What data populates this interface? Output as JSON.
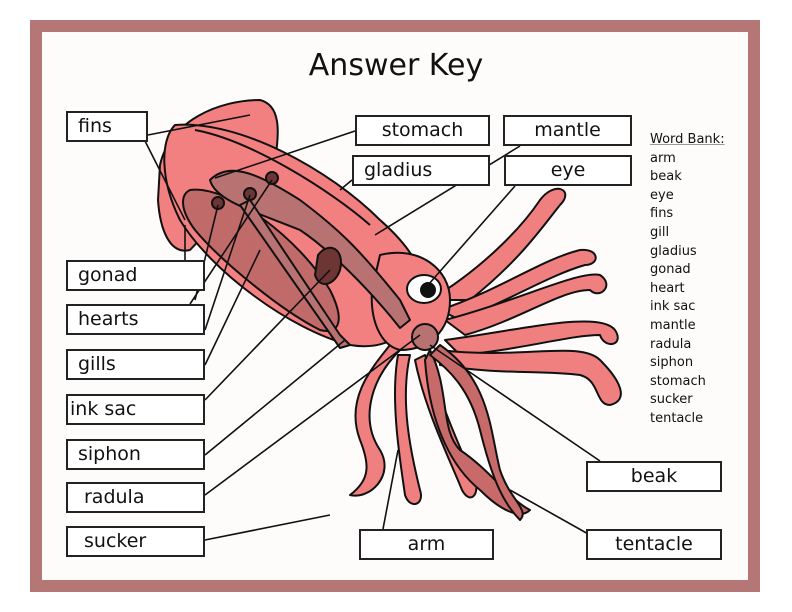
{
  "title": "Answer Key",
  "labels": {
    "fins": "fins",
    "stomach": "stomach",
    "mantle": "mantle",
    "gladius": "gladius",
    "eye": "eye",
    "gonad": "gonad",
    "hearts": "hearts",
    "gills": "gills",
    "ink_sac": "ink sac",
    "siphon": "siphon",
    "radula": "radula",
    "sucker": "sucker",
    "arm": "arm",
    "beak": "beak",
    "tentacle": "tentacle"
  },
  "word_bank": {
    "heading": "Word Bank:",
    "words": [
      "arm",
      "beak",
      "eye",
      "fins",
      "gill",
      "gladius",
      "gonad",
      "heart",
      "ink sac",
      "mantle",
      "radula",
      "siphon",
      "stomach",
      "sucker",
      "tentacle"
    ]
  },
  "colors": {
    "frame": "#b57676",
    "body": "#f38080",
    "inner": "#b97272",
    "dark": "#6e3535"
  }
}
